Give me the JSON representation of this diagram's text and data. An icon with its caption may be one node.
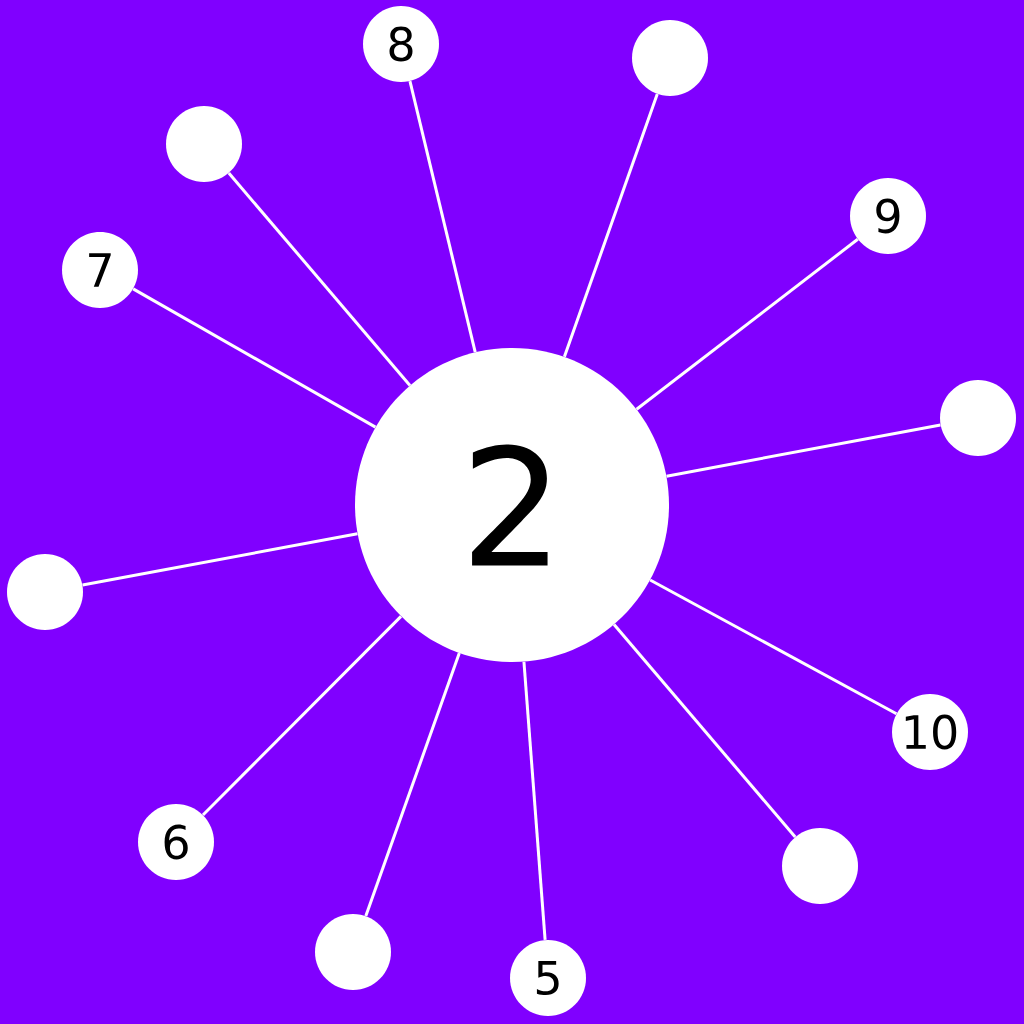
{
  "diagram": {
    "nodes": [
      {
        "text": [
          "2"
        ]
      },
      {
        "text": [
          "8"
        ]
      },
      {
        "text": [],
        "shape": "circle"
      },
      {
        "text": [
          "9"
        ]
      },
      {
        "text": [],
        "shape": "circle"
      },
      {
        "text": [
          "10"
        ]
      },
      {
        "text": [],
        "shape": "circle"
      },
      {
        "text": [
          "5"
        ]
      },
      {
        "text": [],
        "shape": "circle"
      },
      {
        "text": [
          "6"
        ]
      },
      {
        "text": [],
        "shape": "circle"
      },
      {
        "text": [
          "7"
        ]
      },
      {
        "text": [],
        "shape": "circle"
      }
    ],
    "edges": [
      {
        "from": 0,
        "to": 1,
        "arrow": "none"
      },
      {
        "from": 0,
        "to": 2,
        "arrow": "none"
      },
      {
        "from": 0,
        "to": 3,
        "arrow": "none"
      },
      {
        "from": 0,
        "to": 4,
        "arrow": "none"
      },
      {
        "from": 0,
        "to": 5,
        "arrow": "none"
      },
      {
        "from": 0,
        "to": 6,
        "arrow": "none"
      },
      {
        "from": 0,
        "to": 7,
        "arrow": "none"
      },
      {
        "from": 0,
        "to": 8,
        "arrow": "none"
      },
      {
        "from": 0,
        "to": 9,
        "arrow": "none"
      },
      {
        "from": 0,
        "to": 10,
        "arrow": "none"
      },
      {
        "from": 0,
        "to": 11,
        "arrow": "none"
      },
      {
        "from": 0,
        "to": 12,
        "arrow": "none"
      }
    ]
  }
}
